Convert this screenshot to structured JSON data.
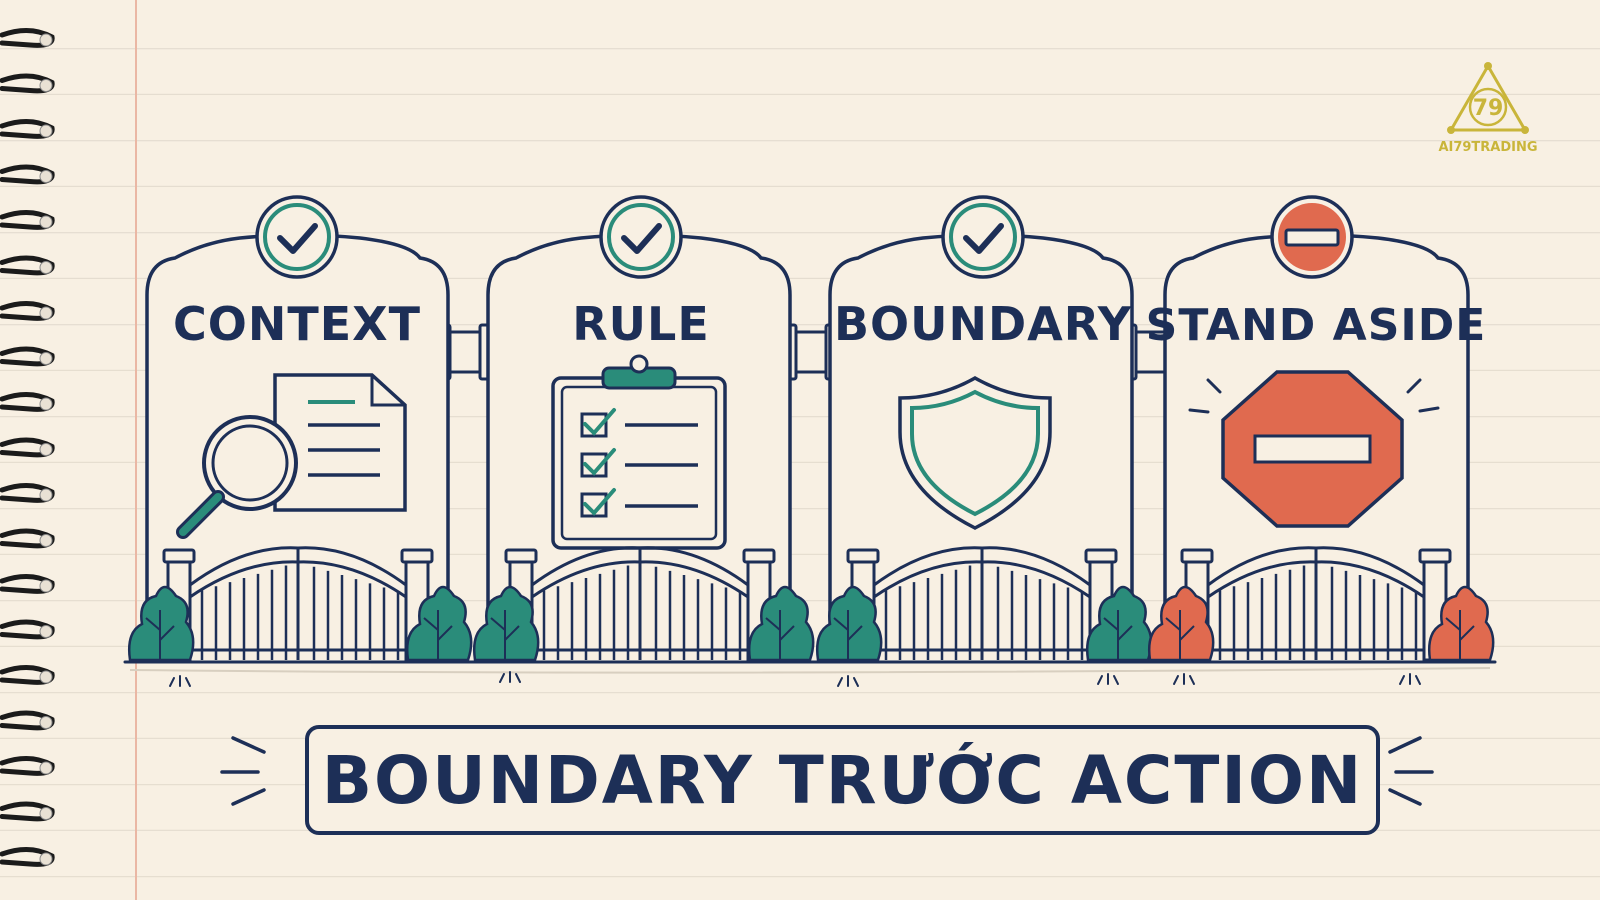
{
  "cards": [
    {
      "title": "CONTEXT",
      "status_icon": "check-icon",
      "illustration": "document-magnifier-icon",
      "status_color": "#2a8c7a"
    },
    {
      "title": "RULE",
      "status_icon": "check-icon",
      "illustration": "clipboard-checklist-icon",
      "status_color": "#2a8c7a"
    },
    {
      "title": "BOUNDARY",
      "status_icon": "check-icon",
      "illustration": "shield-icon",
      "status_color": "#2a8c7a"
    },
    {
      "title": "STAND ASIDE",
      "status_icon": "minus-icon",
      "illustration": "stop-sign-icon",
      "status_color": "#e06a4f"
    }
  ],
  "banner": {
    "text": "BOUNDARY TRƯỚC ACTION"
  },
  "logo": {
    "text": "AI79TRADING",
    "mark": "79"
  },
  "colors": {
    "ink": "#1d2f57",
    "teal": "#2a8c7a",
    "red": "#e06a4f",
    "paper": "#f8f0e3",
    "gold": "#c9b53a"
  }
}
